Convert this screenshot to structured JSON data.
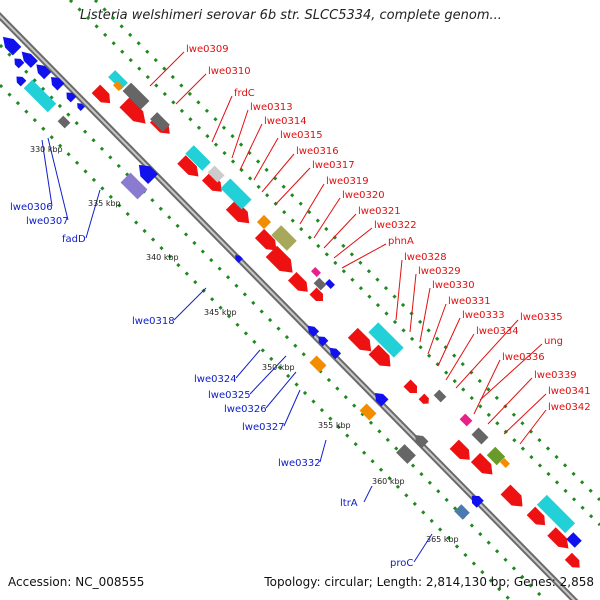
{
  "title": "Listeria welshimeri serovar 6b str. SLCC5334, complete genom...",
  "footer": {
    "accession": "Accession: NC_008555",
    "topology": "Topology: circular; Length: 2,814,130 bp; Genes: 2,858"
  },
  "kbp_ticks": [
    "330 kbp",
    "335 kbp",
    "340 kbp",
    "345 kbp",
    "350 kbp",
    "355 kbp",
    "360 kbp",
    "365 kbp"
  ],
  "genes_forward": [
    "lwe0309",
    "lwe0310",
    "frdC",
    "lwe0313",
    "lwe0314",
    "lwe0315",
    "lwe0316",
    "lwe0317",
    "lwe0319",
    "lwe0320",
    "lwe0321",
    "lwe0322",
    "phnA",
    "lwe0328",
    "lwe0329",
    "lwe0330",
    "lwe0331",
    "lwe0333",
    "lwe0334",
    "lwe0335",
    "ung",
    "lwe0336",
    "lwe0339",
    "lwe0341",
    "lwe0342"
  ],
  "genes_reverse": [
    "lwe0306",
    "lwe0307",
    "fadD",
    "lwe0318",
    "lwe0324",
    "lwe0325",
    "lwe0326",
    "lwe0327",
    "lwe0332",
    "ltrA",
    "proC"
  ],
  "colors": {
    "forward_label": "#e01010",
    "reverse_label": "#1020c8",
    "backbone": "#8a8a8a",
    "dotted_track": "#1f8a1f",
    "cds_red": "#ee1111",
    "cds_blue": "#1111ee",
    "cyan": "#22d0d8",
    "gray": "#666666",
    "orange": "#f28c00",
    "olive": "#a8a85a",
    "lavender": "#8a7ad0",
    "pink": "#e8208c",
    "green": "#6a9a2a",
    "steel": "#4a7ab0"
  }
}
